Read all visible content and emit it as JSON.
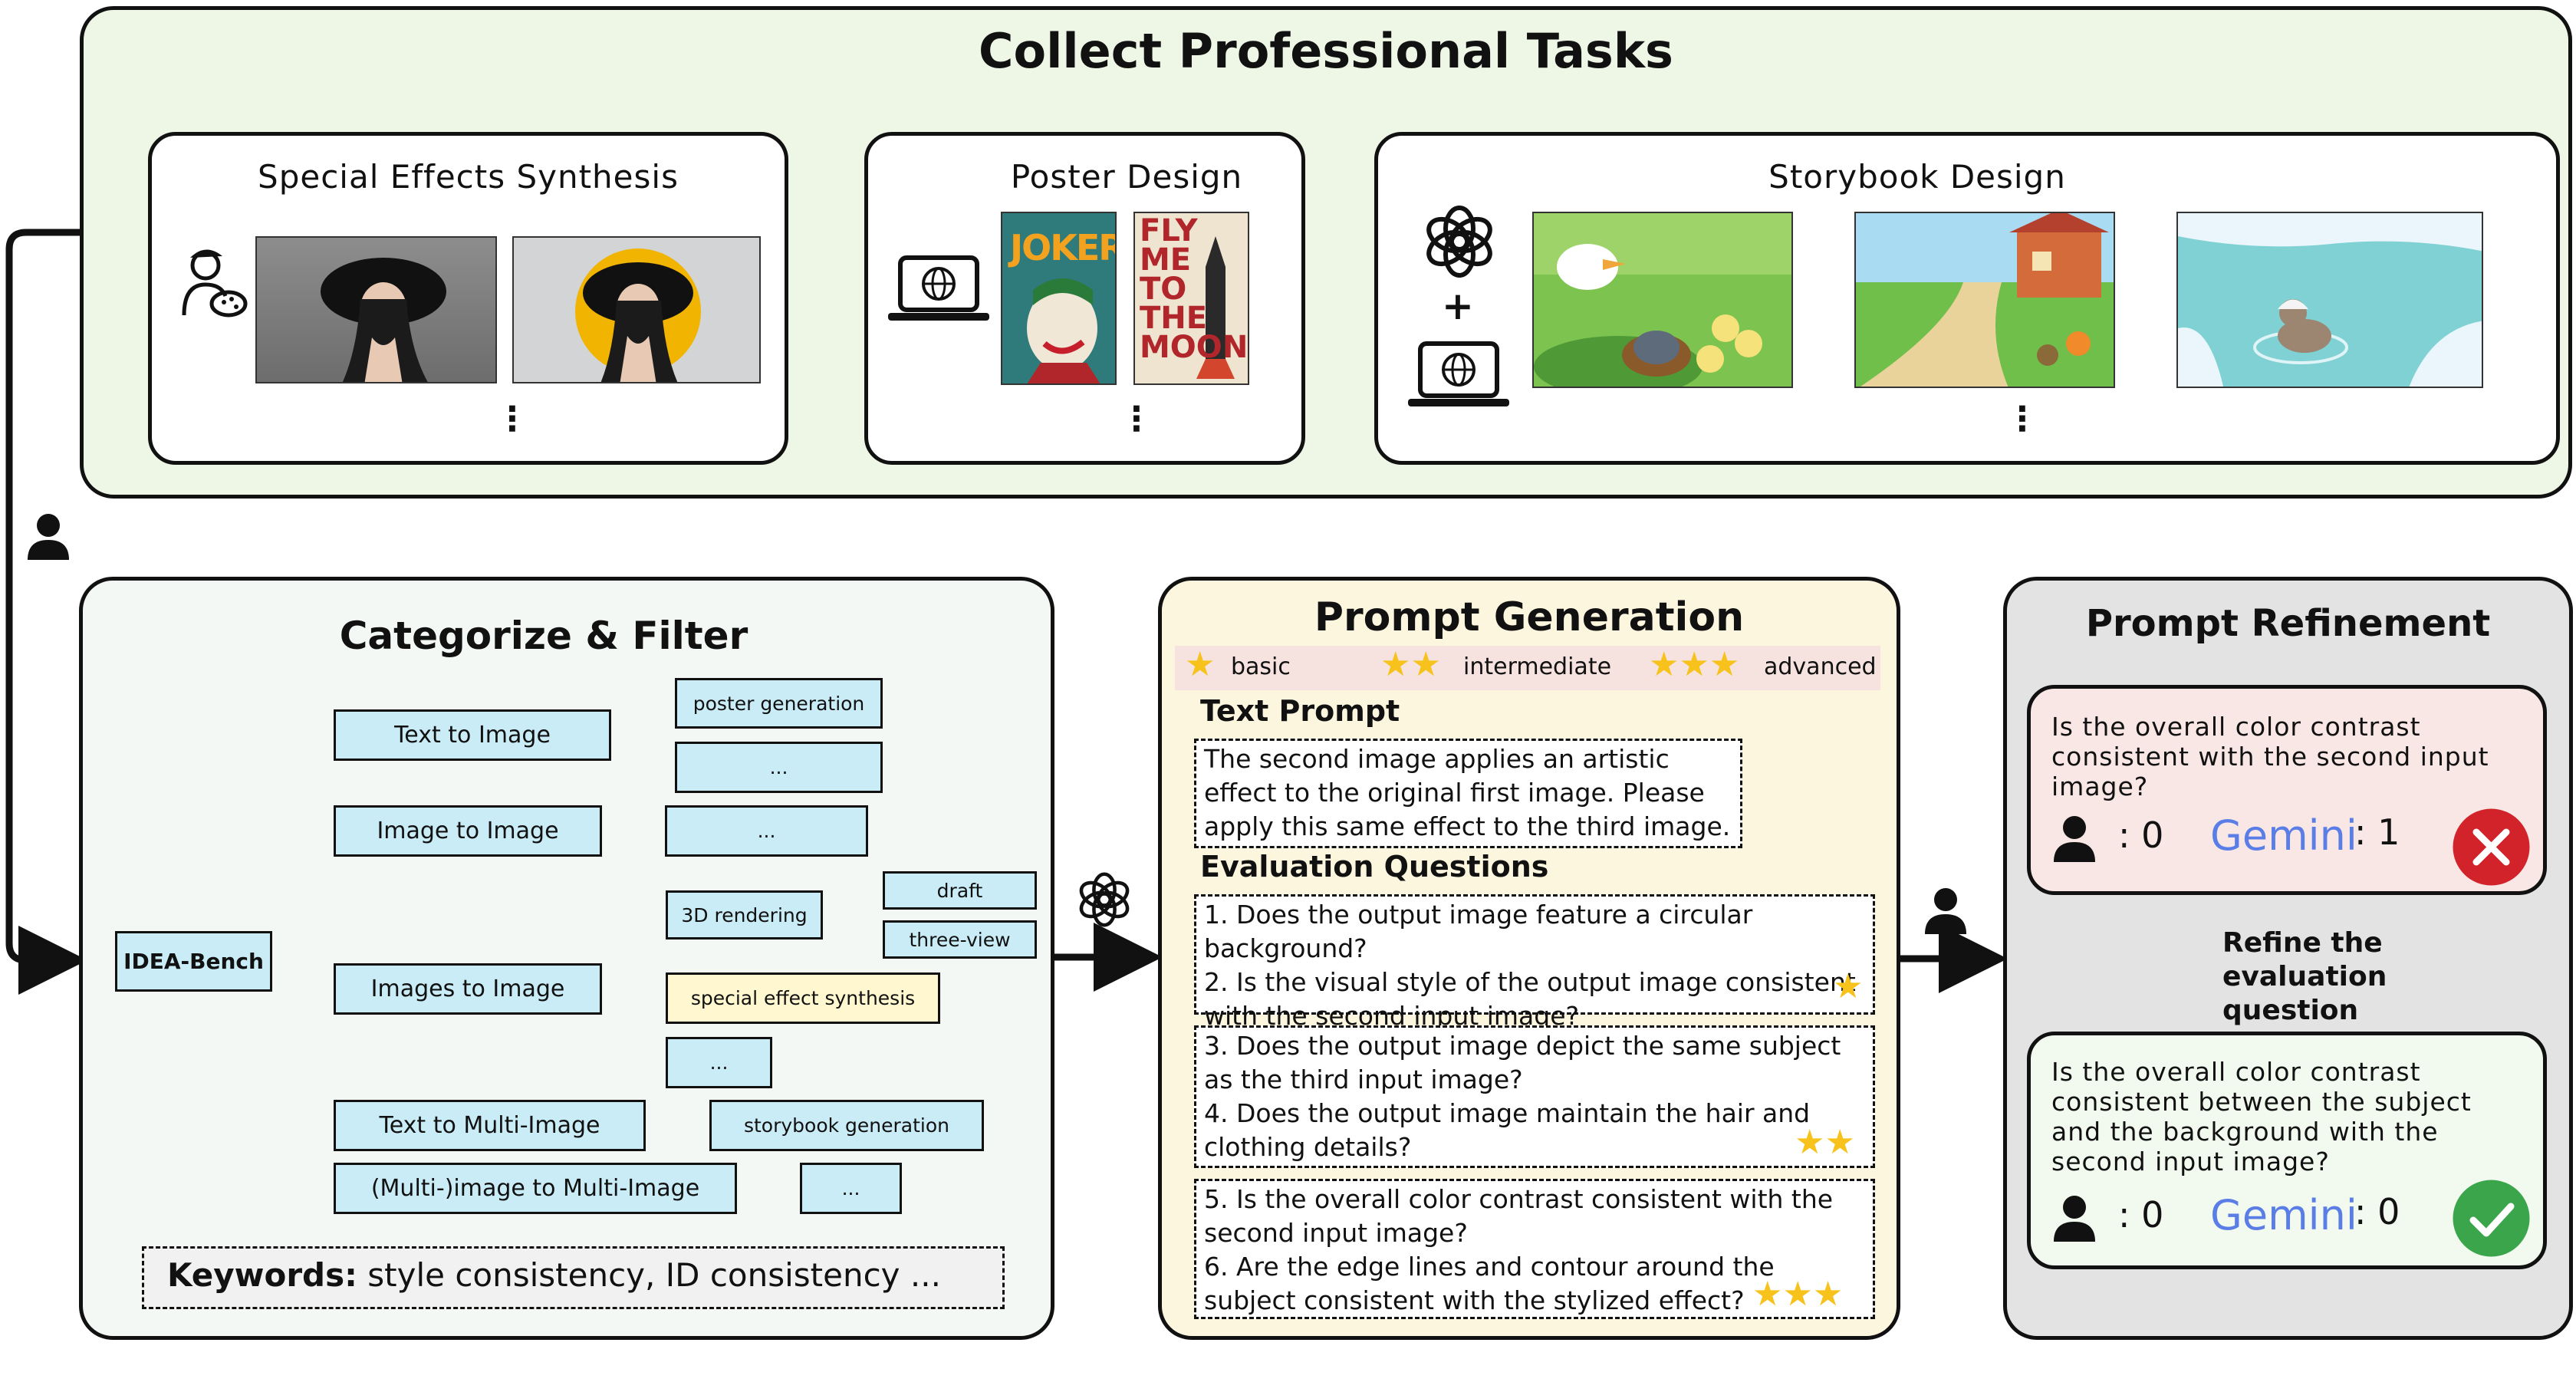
{
  "collect": {
    "title": "Collect Professional Tasks",
    "special_effects": {
      "title": "Special Effects Synthesis"
    },
    "poster": {
      "title": "Poster Design",
      "poster1_text": "JOKER",
      "poster2_lines": [
        "FLY",
        "ME",
        "TO",
        "THE",
        "MOON"
      ]
    },
    "storybook": {
      "title": "Storybook Design",
      "plus": "+"
    },
    "ellipsis": "⋮"
  },
  "categorize": {
    "title": "Categorize & Filter",
    "root": "IDEA-Bench",
    "categories": [
      "Text to Image",
      "Image to Image",
      "Images to Image",
      "Text to Multi-Image",
      "(Multi-)image to Multi-Image"
    ],
    "leaves": {
      "poster_generation": "poster generation",
      "dots": "...",
      "rendering_3d": "3D rendering",
      "draft": "draft",
      "three_view": "three-view",
      "special_effect": "special effect synthesis",
      "storybook_generation": "storybook generation"
    },
    "keywords_label": "Keywords:",
    "keywords_text": " style consistency, ID consistency ..."
  },
  "prompt_generation": {
    "title": "Prompt Generation",
    "levels": [
      "basic",
      "intermediate",
      "advanced"
    ],
    "text_prompt_heading": "Text Prompt",
    "text_prompt": "The second image applies an artistic effect to the original first image. Please apply this same effect to the third image.",
    "eval_heading": "Evaluation Questions",
    "question_groups": [
      {
        "text": "1. Does the output image feature a circular background?\n2. Is the visual style of the output image consistent with the second input image?",
        "stars": 1
      },
      {
        "text": "3. Does the output image depict the same subject as the third input image?\n4. Does the output image maintain the hair and clothing details?",
        "stars": 2
      },
      {
        "text": "5. Is the overall color contrast consistent with the second input image?\n6. Are the edge lines and contour around the subject consistent with the stylized effect?",
        "stars": 3
      }
    ]
  },
  "prompt_refinement": {
    "title": "Prompt Refinement",
    "before_question": "Is the overall color contrast consistent with the second input image?",
    "before_human_score": ": 0",
    "before_gemini_score": ": 1",
    "refine_label": "Refine the evaluation question",
    "after_question": "Is the overall color contrast consistent between the subject and the background with the second input image?",
    "after_human_score": ": 0",
    "after_gemini_score": ": 0",
    "gemini_brand": "Gemini"
  },
  "colors": {
    "collect_bg": "#eef7e6",
    "categorize_bg": "#f3f8f4",
    "prompt_gen_bg": "#fdf6df",
    "refine_bg": "#e3e3e3",
    "node_blue": "#c9ecf6",
    "wrong_red": "#d2232a",
    "right_green": "#3aa54a",
    "star_yellow": "#f6c21b"
  }
}
